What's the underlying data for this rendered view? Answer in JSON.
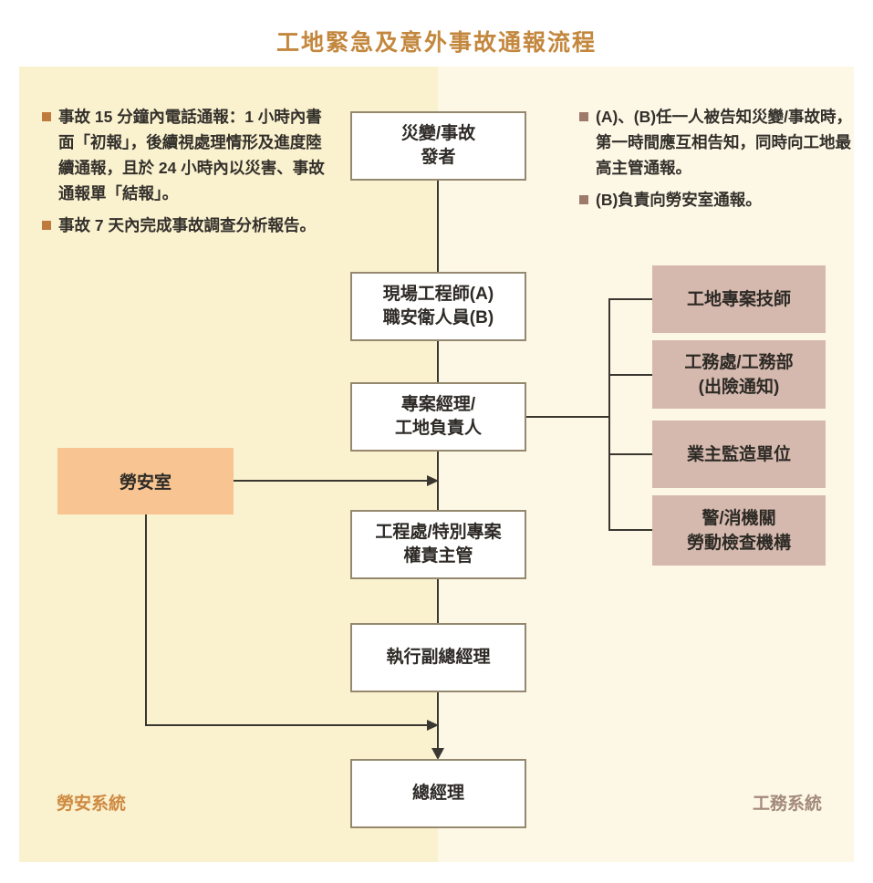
{
  "title": "工地緊急及意外事故通報流程",
  "left_notes": {
    "items": [
      "事故 15 分鐘內電話通報：1 小時內書面「初報」，後續視處理情形及進度陸續通報，且於 24 小時內以災害、事故通報單「結報」。",
      "事故 7 天內完成事故調查分析報告。"
    ]
  },
  "right_notes": {
    "items": [
      "(A)、(B)任一人被告知災變/事故時，第一時間應互相告知，同時向工地最高主管通報。",
      "(B)負責向勞安室通報。"
    ]
  },
  "flow_boxes": [
    {
      "label": "災變/事故\n發者"
    },
    {
      "label": "現場工程師(A)\n職安衛人員(B)"
    },
    {
      "label": "專案經理/\n工地負責人"
    },
    {
      "label": "工程處/特別專案\n權責主管"
    },
    {
      "label": "執行副總經理"
    },
    {
      "label": "總經理"
    }
  ],
  "side_box": {
    "label": "勞安室"
  },
  "dept_boxes": [
    {
      "label": "工地專案技師"
    },
    {
      "label": "工務處/工務部\n(出險通知)"
    },
    {
      "label": "業主監造單位"
    },
    {
      "label": "警/消機關\n勞動檢查機構"
    }
  ],
  "footer": {
    "left_label": "勞安系統",
    "right_label": "工務系統"
  },
  "colors": {
    "page_background": "#ffffff",
    "left_panel": "#faf1cf",
    "right_panel": "#fdf7e6",
    "title_text": "#c3873d",
    "note_text": "#33302b",
    "left_bullet": "#bf7b3d",
    "right_bullet": "#9d7a6a",
    "flow_box_border": "#94896f",
    "flow_box_fill": "#ffffff",
    "side_box_fill": "#f7c492",
    "dept_box_fill": "#d6b9ae",
    "connector": "#3a3731",
    "footer_left_text": "#ce8a41",
    "footer_right_text": "#a38a7a"
  }
}
